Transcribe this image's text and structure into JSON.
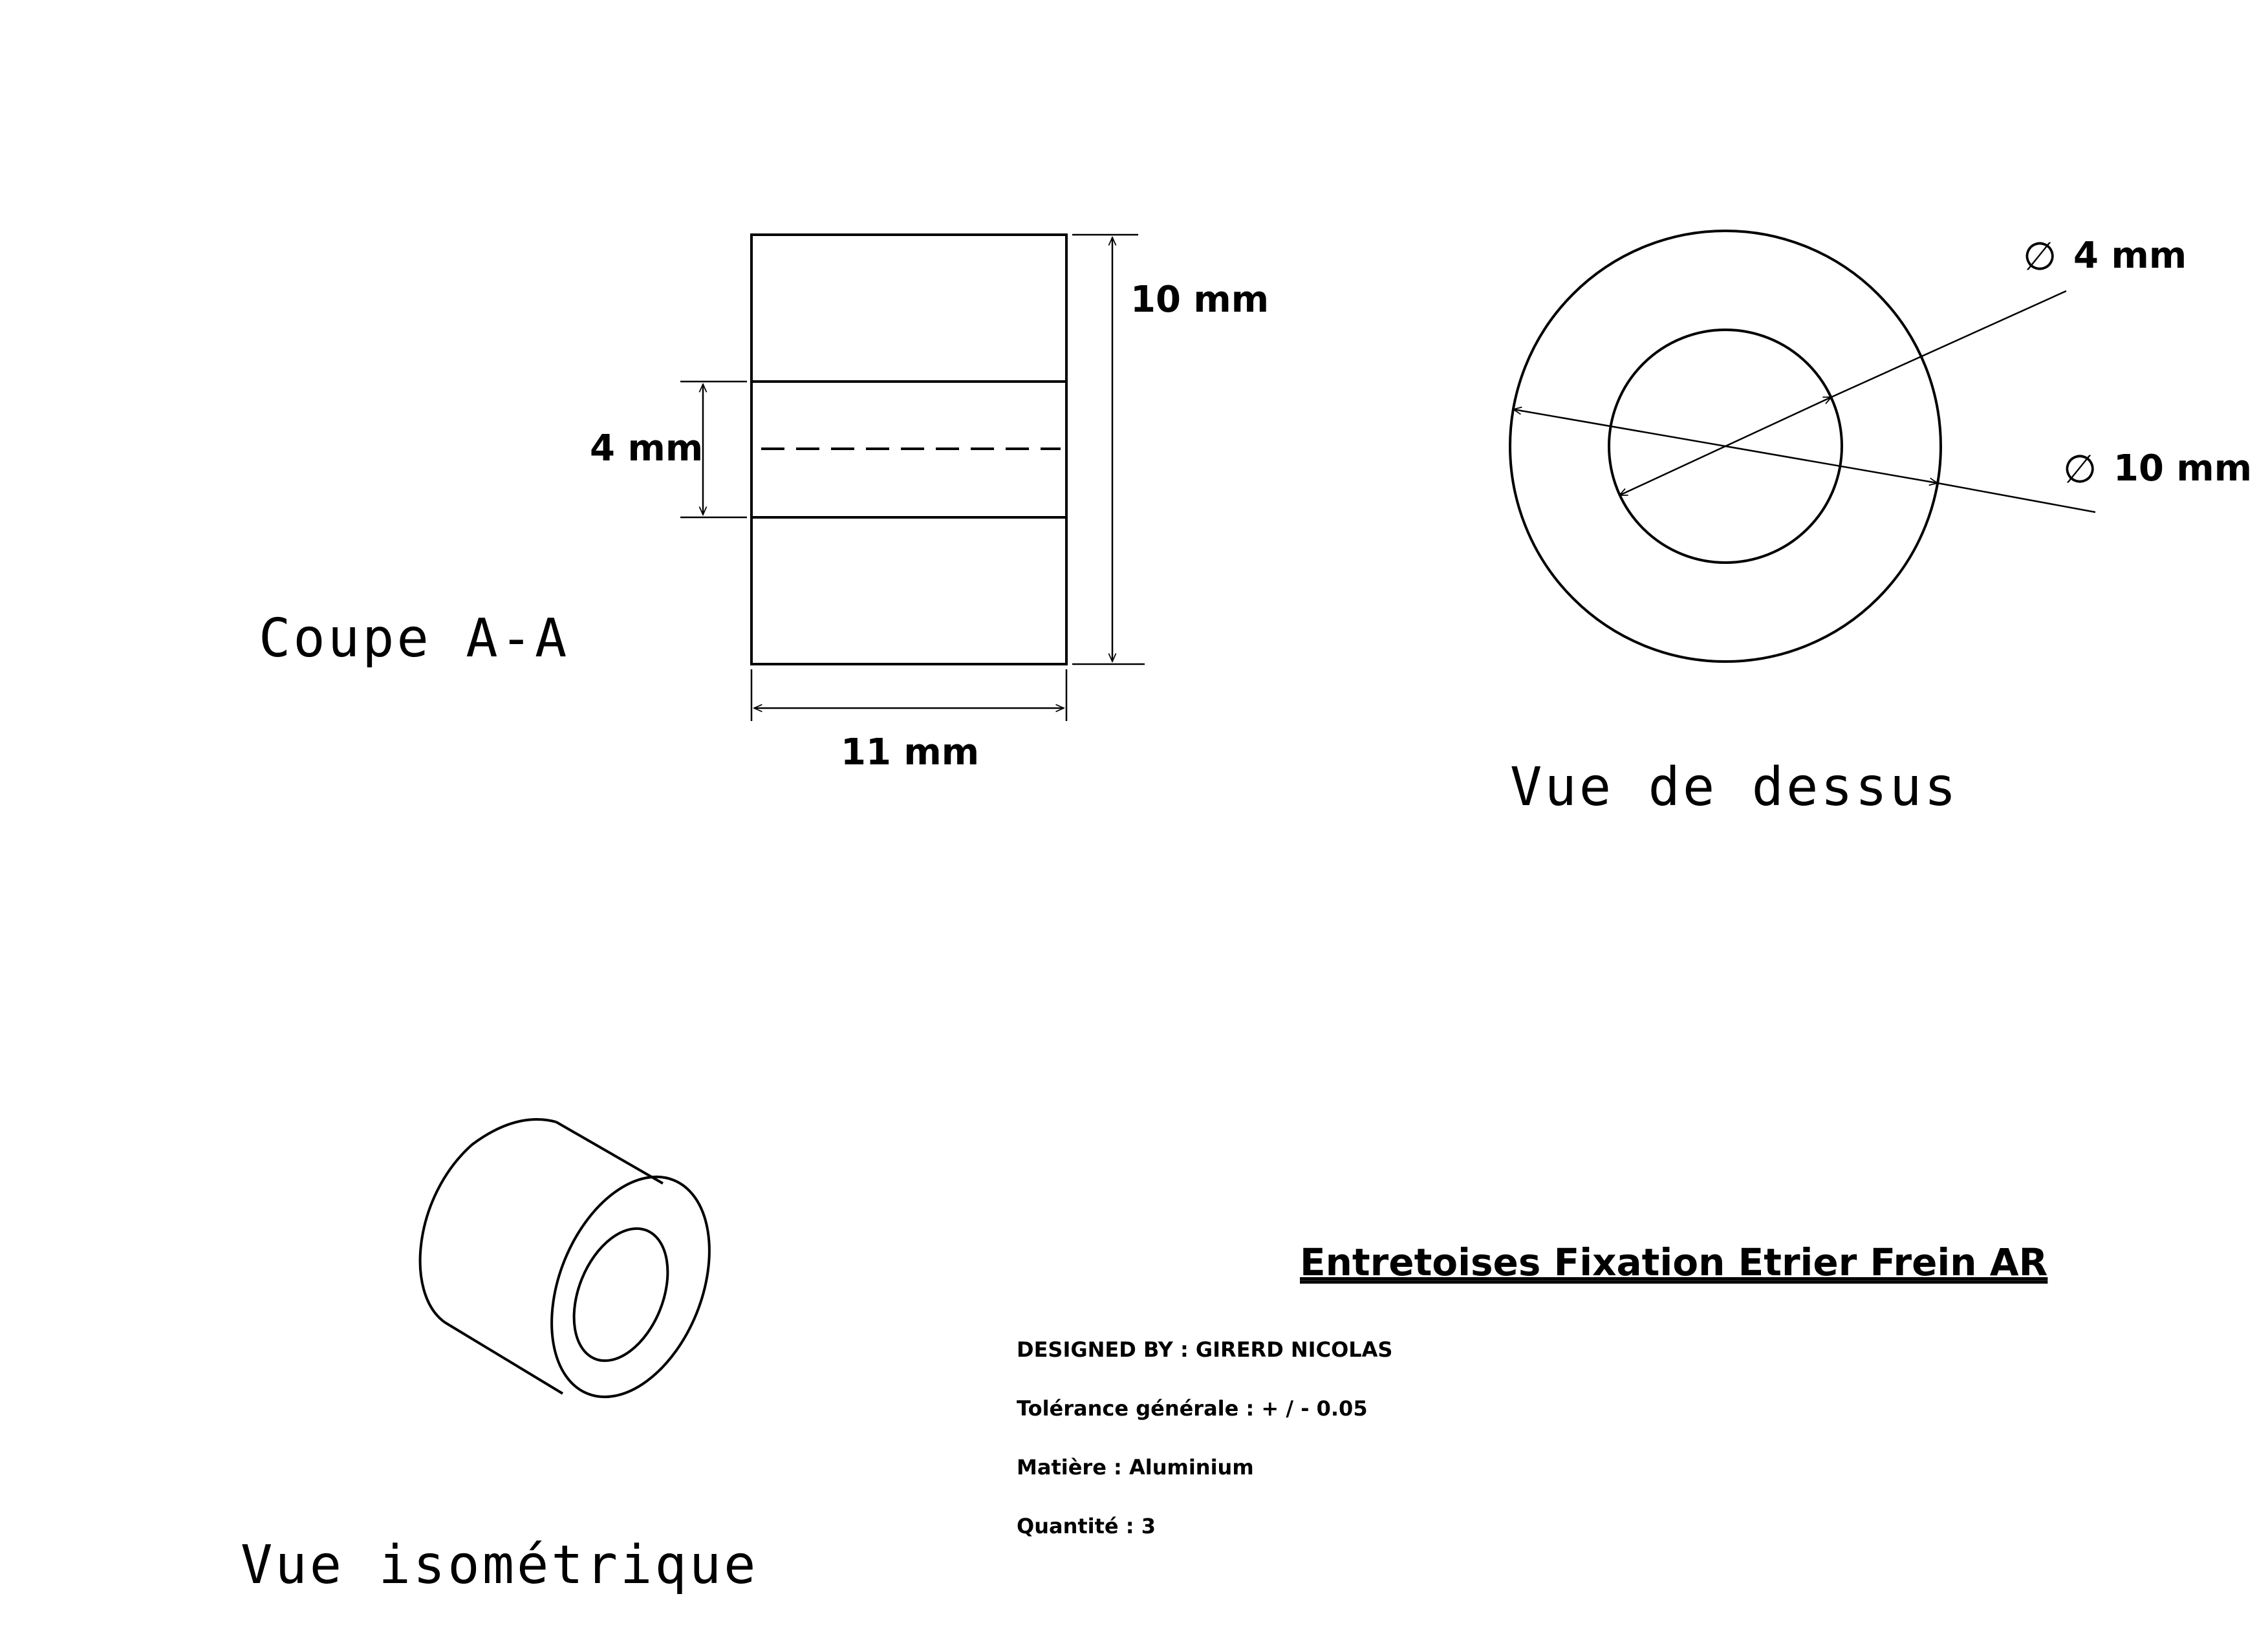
{
  "section_view": {
    "label": "Coupe A-A",
    "height_dim": "10 mm",
    "bore_dim": "4 mm",
    "width_dim": "11 mm"
  },
  "top_view": {
    "label": "Vue de dessus",
    "inner_diameter": "4 mm",
    "outer_diameter": "10 mm",
    "diameter_symbol": "∅"
  },
  "iso_view": {
    "label": "Vue isométrique"
  },
  "title_block": {
    "title": "Entretoises Fixation Etrier Frein AR",
    "designed_by": "DESIGNED BY : GIRERD NICOLAS",
    "tolerance": "Tolérance générale : + / - 0.05",
    "material": "Matière : Aluminium",
    "quantity": "Quantité : 3"
  }
}
